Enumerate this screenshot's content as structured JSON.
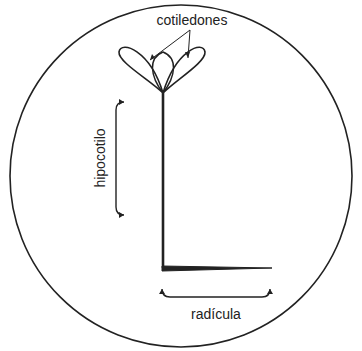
{
  "diagram": {
    "labels": [
      "cotiledones",
      "hipocotilo",
      "radícula"
    ]
  }
}
